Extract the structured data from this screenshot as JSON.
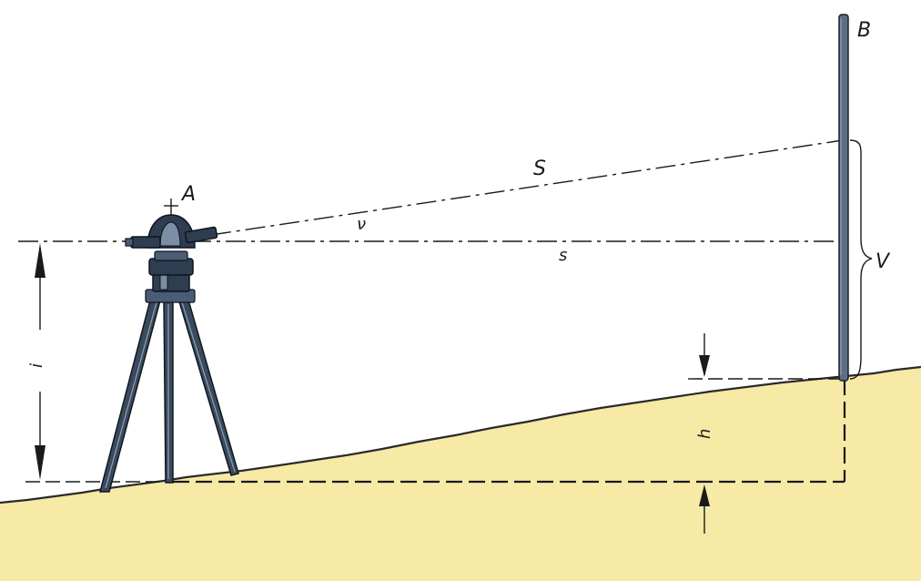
{
  "labels": {
    "point_a": "A",
    "point_b": "B",
    "slope_distance": "S",
    "horizontal_distance": "s",
    "vertical_angle": "ν",
    "vertical_offset": "V",
    "instrument_height": "i",
    "height_difference": "h"
  },
  "colors": {
    "ground": "#f7e9a6",
    "ground_line": "#2a2a2a",
    "instrument": "#2e3d50",
    "rod": "#5c6e84",
    "lines": "#1a1a1a"
  }
}
